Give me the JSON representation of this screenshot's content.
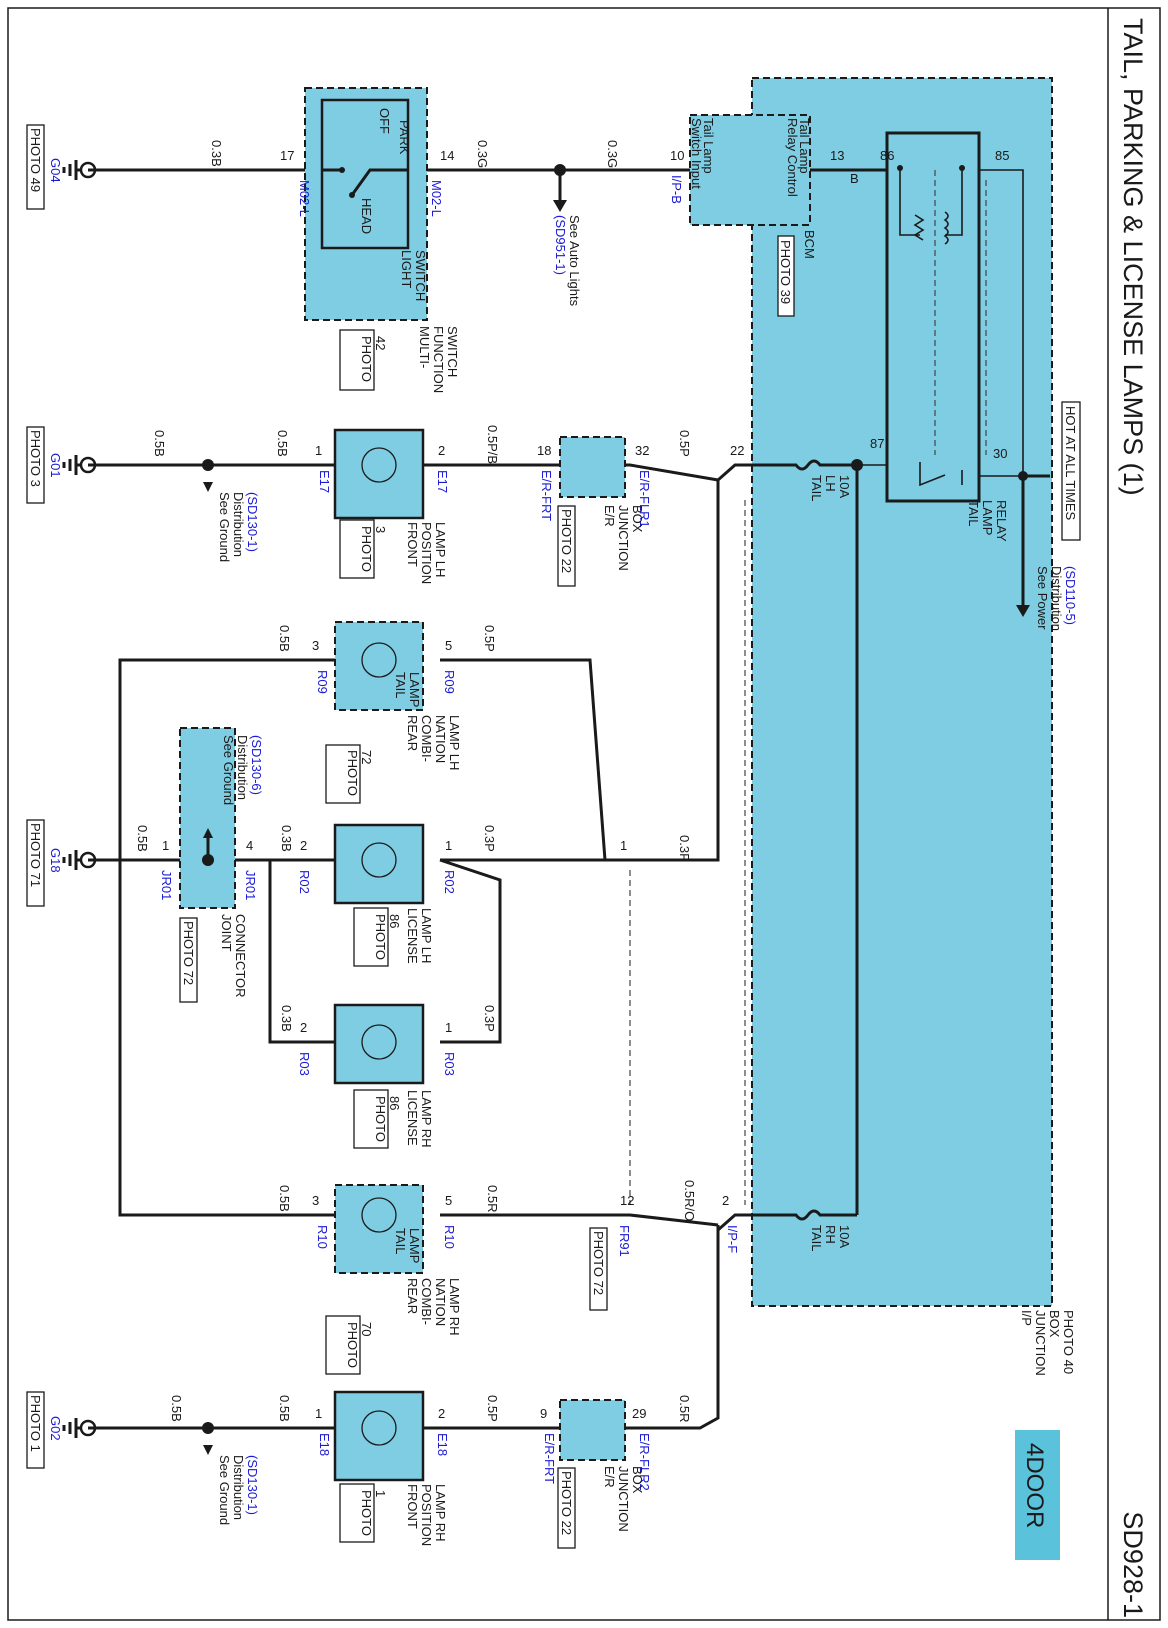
{
  "page": {
    "title": "TAIL, PARKING & LICENSE LAMPS (1)",
    "code": "SD928-1",
    "variant_badge": "4DOOR",
    "hot_label": "HOT AT ALL TIMES"
  },
  "colors": {
    "module_fill": "#7fcde3",
    "wire": "#1a1a1a",
    "connector_text": "#1a1ad6",
    "badge_fill": "#5bc2dc"
  },
  "ip_junction_box": {
    "name_lines": [
      "I/P",
      "JUNCTION",
      "BOX"
    ],
    "photo": "PHOTO 40",
    "relay_name_lines": [
      "TAIL",
      "LAMP",
      "RELAY"
    ],
    "relay_pins": [
      "86",
      "85",
      "87",
      "30"
    ],
    "fuse_lh_lines": [
      "TAIL",
      "LH",
      "10A"
    ],
    "fuse_rh_lines": [
      "TAIL",
      "RH",
      "10A"
    ],
    "connector": "I/P-F"
  },
  "bcm": {
    "name": "BCM",
    "photo": "PHOTO 39",
    "input_lines": [
      "Tail Lamp",
      "Switch Input"
    ],
    "control_lines": [
      "Tail Lamp",
      "Relay Control"
    ],
    "pin_input": "10",
    "pin_control": "13",
    "wire_control": "B",
    "connector": "I/P-B"
  },
  "power_ref": {
    "lines": [
      "See Power",
      "Distribution"
    ],
    "ref": "(SD110-5)"
  },
  "auto_lights_ref": {
    "text": "See Auto Lights",
    "ref": "(SD951-1)"
  },
  "light_switch": {
    "labels": [
      "LIGHT",
      "SWITCH"
    ],
    "positions": [
      "PARK",
      "OFF",
      "HEAD"
    ],
    "component_lines": [
      "MULTI-",
      "FUNCTION",
      "SWITCH"
    ],
    "photo": [
      "PHOTO",
      "42"
    ],
    "pin_left": "14",
    "pin_right": "17",
    "connector": "M02-L"
  },
  "wires": {
    "bcm_to_switch": "0.3G",
    "switch_to_bcm": "0.3G",
    "switch_to_ground": "0.3B",
    "fuse_lh_out": "0.5P",
    "fuse_rh_out": "0.5R/O",
    "fr91_to_tail_rh": "0.5R",
    "tail_rh_ground": "0.5B",
    "pos_lh_in": "0.5P/B",
    "pos_lh_out": "0.5B",
    "pos_lh_ground": "0.5B",
    "tail_lh_in": "0.5P",
    "tail_lh_ground": "0.5B",
    "lic_lh_in": "0.3P",
    "lic_lh_out": "0.3B",
    "lic_rh_in": "0.3P",
    "lic_rh_out": "0.3B",
    "jr01_ground": "0.5B",
    "feed_lh_to_fr91": "0.3P",
    "pos_rh_in": "0.5R",
    "pos_rh_mid": "0.5P",
    "pos_rh_out": "0.5B",
    "pos_rh_ground": "0.5B"
  },
  "ground_ref": {
    "lines": [
      "See Ground",
      "Distribution"
    ],
    "ref_1": "(SD130-1)",
    "ref_6": "(SD130-6)"
  },
  "grounds": [
    {
      "id": "G04",
      "photo": "PHOTO 49"
    },
    {
      "id": "G01",
      "photo": "PHOTO 3"
    },
    {
      "id": "G18",
      "photo": "PHOTO 71"
    },
    {
      "id": "G02",
      "photo": "PHOTO 1"
    }
  ],
  "er_box_lh": {
    "name_lines": [
      "E/R",
      "JUNCTION",
      "BOX"
    ],
    "photo": "PHOTO 22",
    "conn_top": "E/R-FLR1",
    "conn_bottom": "E/R-FRT",
    "pin_top": "32",
    "pin_bottom": "18",
    "ip_pin": "22"
  },
  "er_box_rh": {
    "name_lines": [
      "E/R",
      "JUNCTION",
      "BOX"
    ],
    "photo": "PHOTO 22",
    "conn_top": "E/R-FLR2",
    "conn_bottom": "E/R-FRT",
    "pin_top": "29",
    "pin_bottom": "9",
    "ip_pin": "2"
  },
  "front_pos_lh": {
    "name_lines": [
      "FRONT",
      "POSITION",
      "LAMP LH"
    ],
    "photo": [
      "PHOTO",
      "3"
    ],
    "connector": "E17",
    "pin_top": "2",
    "pin_bottom": "1"
  },
  "front_pos_rh": {
    "name_lines": [
      "FRONT",
      "POSITION",
      "LAMP RH"
    ],
    "photo": [
      "PHOTO",
      "1"
    ],
    "connector": "E18",
    "pin_top": "2",
    "pin_bottom": "1"
  },
  "rear_combi_lh": {
    "inner": [
      "TAIL",
      "LAMP"
    ],
    "name_lines": [
      "REAR",
      "COMBI-",
      "NATION",
      "LAMP LH"
    ],
    "photo": [
      "PHOTO",
      "72"
    ],
    "connector": "R09",
    "pin_top": "5",
    "pin_bottom": "3"
  },
  "rear_combi_rh": {
    "inner": [
      "TAIL",
      "LAMP"
    ],
    "name_lines": [
      "REAR",
      "COMBI-",
      "NATION",
      "LAMP RH"
    ],
    "photo": [
      "PHOTO",
      "70"
    ],
    "connector": "R10",
    "pin_top": "5",
    "pin_bottom": "3"
  },
  "license_lh": {
    "name_lines": [
      "LICENSE",
      "LAMP LH"
    ],
    "photo": [
      "PHOTO",
      "86"
    ],
    "connector": "R02",
    "pin_top": "1",
    "pin_bottom": "2"
  },
  "license_rh": {
    "name_lines": [
      "LICENSE",
      "LAMP RH"
    ],
    "photo": [
      "PHOTO",
      "86"
    ],
    "connector": "R03",
    "pin_top": "1",
    "pin_bottom": "2"
  },
  "joint_connector": {
    "name_lines": [
      "JOINT",
      "CONNECTOR"
    ],
    "photo": "PHOTO 72",
    "connector": "JR01",
    "pin_top": "4",
    "pin_bottom": "1"
  },
  "fr91": {
    "connector": "FR91",
    "photo": "PHOTO 72",
    "pin_a": "1",
    "pin_b": "12"
  }
}
